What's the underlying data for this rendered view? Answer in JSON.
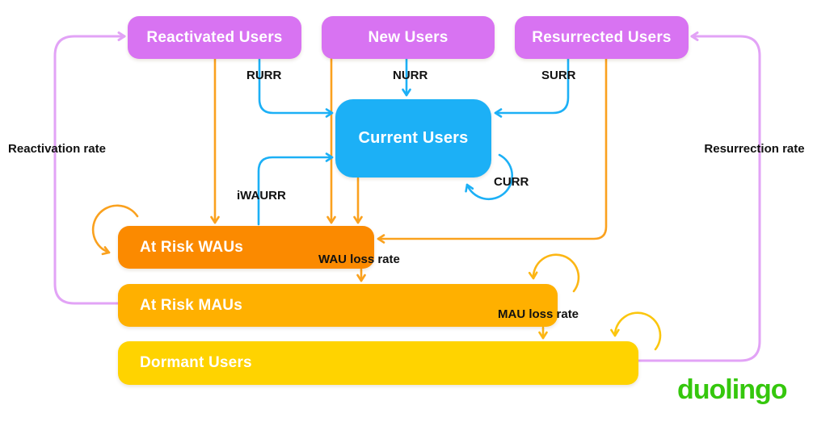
{
  "palette": {
    "background": "#ffffff",
    "node_purple": "#d873f2",
    "node_blue": "#1cb0f6",
    "node_orange": "#fb8a00",
    "node_amber": "#ffb000",
    "node_yellow": "#ffd300",
    "edge_orange": "#faa11e",
    "edge_blue": "#1cb0f6",
    "edge_purple": "#e2a3f6",
    "edge_amber": "#fcb614",
    "edge_yellow": "#fbc60e",
    "label_black": "#111111",
    "brand_green": "#35c70d"
  },
  "nodes": {
    "reactivated": {
      "label": "Reactivated Users",
      "color": "#d873f2"
    },
    "new_users": {
      "label": "New Users",
      "color": "#d873f2"
    },
    "resurrected": {
      "label": "Resurrected Users",
      "color": "#d873f2"
    },
    "current": {
      "label": "Current Users",
      "color": "#1cb0f6"
    },
    "at_risk_waus": {
      "label": "At Risk WAUs",
      "color": "#fb8a00"
    },
    "at_risk_maus": {
      "label": "At Risk MAUs",
      "color": "#ffb000"
    },
    "dormant": {
      "label": "Dormant Users",
      "color": "#ffd300"
    }
  },
  "edge_labels": {
    "rurr": "RURR",
    "nurr": "NURR",
    "surr": "SURR",
    "curr": "CURR",
    "iwaurr": "iWAURR",
    "wau_loss": "WAU loss rate",
    "mau_loss": "MAU loss rate",
    "reactivation": "Reactivation rate",
    "resurrection": "Resurrection rate"
  },
  "edges": [
    {
      "from": "Reactivated Users",
      "to": "Current Users",
      "label": "RURR",
      "color": "blue"
    },
    {
      "from": "New Users",
      "to": "Current Users",
      "label": "NURR",
      "color": "blue"
    },
    {
      "from": "Resurrected Users",
      "to": "Current Users",
      "label": "SURR",
      "color": "blue"
    },
    {
      "from": "Current Users",
      "to": "Current Users",
      "label": "CURR",
      "color": "blue"
    },
    {
      "from": "At Risk WAUs",
      "to": "Current Users",
      "label": "iWAURR",
      "color": "blue"
    },
    {
      "from": "Reactivated Users",
      "to": "At Risk WAUs",
      "label": "",
      "color": "orange"
    },
    {
      "from": "New Users",
      "to": "At Risk WAUs",
      "label": "",
      "color": "orange"
    },
    {
      "from": "Current Users",
      "to": "At Risk WAUs",
      "label": "",
      "color": "orange"
    },
    {
      "from": "Resurrected Users",
      "to": "At Risk WAUs",
      "label": "",
      "color": "orange"
    },
    {
      "from": "At Risk WAUs",
      "to": "At Risk WAUs",
      "label": "",
      "color": "orange"
    },
    {
      "from": "At Risk WAUs",
      "to": "At Risk MAUs",
      "label": "WAU loss rate",
      "color": "orange"
    },
    {
      "from": "At Risk MAUs",
      "to": "At Risk MAUs",
      "label": "",
      "color": "amber"
    },
    {
      "from": "At Risk MAUs",
      "to": "Dormant Users",
      "label": "MAU loss rate",
      "color": "amber"
    },
    {
      "from": "At Risk MAUs",
      "to": "Reactivated Users",
      "label": "Reactivation rate",
      "color": "purple"
    },
    {
      "from": "Dormant Users",
      "to": "Dormant Users",
      "label": "",
      "color": "yellow"
    },
    {
      "from": "Dormant Users",
      "to": "Resurrected Users",
      "label": "Resurrection rate",
      "color": "purple"
    }
  ],
  "brand": {
    "wordmark": "duolingo"
  }
}
